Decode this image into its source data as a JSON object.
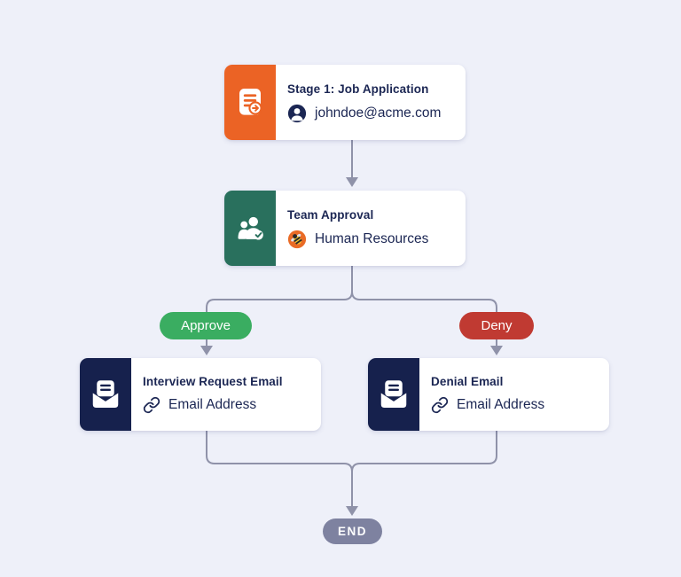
{
  "canvas": {
    "background_color": "#eef0f9",
    "connector_color": "#8f92a9"
  },
  "nodes": [
    {
      "id": "stage1",
      "title": "Stage 1: Job Application",
      "subtext": "johndoe@acme.com",
      "icon": "form-document-icon",
      "sub_icon": "person-avatar-icon",
      "accent_color": "#eb6325"
    },
    {
      "id": "team-approval",
      "title": "Team Approval",
      "subtext": "Human Resources",
      "icon": "people-check-icon",
      "sub_icon": "bee-avatar-icon",
      "accent_color": "#29705d"
    },
    {
      "id": "interview-request-email",
      "title": "Interview Request Email",
      "subtext": "Email Address",
      "icon": "email-envelope-icon",
      "sub_icon": "link-icon",
      "accent_color": "#16214d"
    },
    {
      "id": "denial-email",
      "title": "Denial Email",
      "subtext": "Email Address",
      "icon": "email-envelope-icon",
      "sub_icon": "link-icon",
      "accent_color": "#16214d"
    }
  ],
  "branches": [
    {
      "label": "Approve",
      "color": "#3aad61"
    },
    {
      "label": "Deny",
      "color": "#c03a32"
    }
  ],
  "end_node": {
    "label": "END",
    "color": "#7e82a0"
  }
}
